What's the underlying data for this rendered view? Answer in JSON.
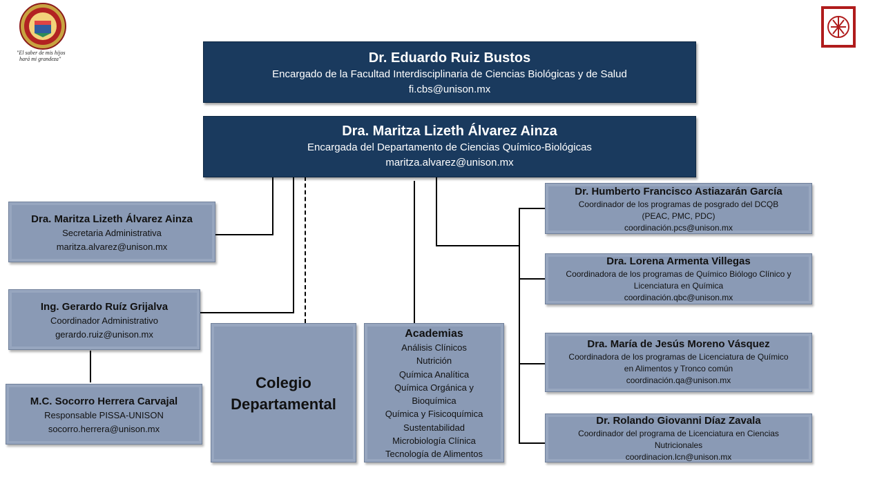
{
  "logos": {
    "unison_motto_line1": "\"El saber de mis hijos",
    "unison_motto_line2": "hará mi grandeza\""
  },
  "top": {
    "name": "Dr. Eduardo Ruiz Bustos",
    "role": "Encargado de la Facultad Interdisciplinaria de Ciencias Biológicas y de Salud",
    "email": "fi.cbs@unison.mx"
  },
  "head": {
    "name": "Dra. Maritza Lizeth Álvarez Ainza",
    "role": "Encargada del Departamento de Ciencias Químico-Biológicas",
    "email": "maritza.alvarez@unison.mx"
  },
  "secretaria": {
    "name": "Dra. Maritza Lizeth Álvarez Ainza",
    "role": "Secretaria Administrativa",
    "email": "maritza.alvarez@unison.mx"
  },
  "coord_admin": {
    "name": "Ing. Gerardo Ruíz Grijalva",
    "role": "Coordinador Administrativo",
    "email": "gerardo.ruiz@unison.mx"
  },
  "pissa": {
    "name": "M.C. Socorro Herrera Carvajal",
    "role": "Responsable PISSA-UNISON",
    "email": "socorro.herrera@unison.mx"
  },
  "colegio": {
    "line1": "Colegio",
    "line2": "Departamental"
  },
  "academias": {
    "title": "Academias",
    "items": [
      "Análisis Clínicos",
      "Nutrición",
      "Química Analítica",
      "Química Orgánica y",
      "Bioquímica",
      "Química y Fisicoquímica",
      "Sustentabilidad",
      "Microbiología Clínica",
      "Tecnología de Alimentos"
    ]
  },
  "coordinators": [
    {
      "name": "Dr. Humberto Francisco Astiazarán García",
      "role1": "Coordinador de los programas de posgrado del DCQB",
      "role2": "(PEAC, PMC, PDC)",
      "email": "coordinación.pcs@unison.mx"
    },
    {
      "name": "Dra. Lorena Armenta Villegas",
      "role1": "Coordinadora de los programas de Químico Biólogo Clínico y",
      "role2": "Licenciatura en Química",
      "email": "coordinación.qbc@unison.mx"
    },
    {
      "name": "Dra. María de Jesús Moreno Vásquez",
      "role1": "Coordinadora de los programas de Licenciatura de Químico",
      "role2": "en Alimentos y Tronco común",
      "email": "coordinación.qa@unison.mx"
    },
    {
      "name": "Dr. Rolando Giovanni Díaz Zavala",
      "role1": "Coordinador del programa de Licenciatura en Ciencias",
      "role2": "Nutricionales",
      "email": "coordinacion.lcn@unison.mx"
    }
  ]
}
